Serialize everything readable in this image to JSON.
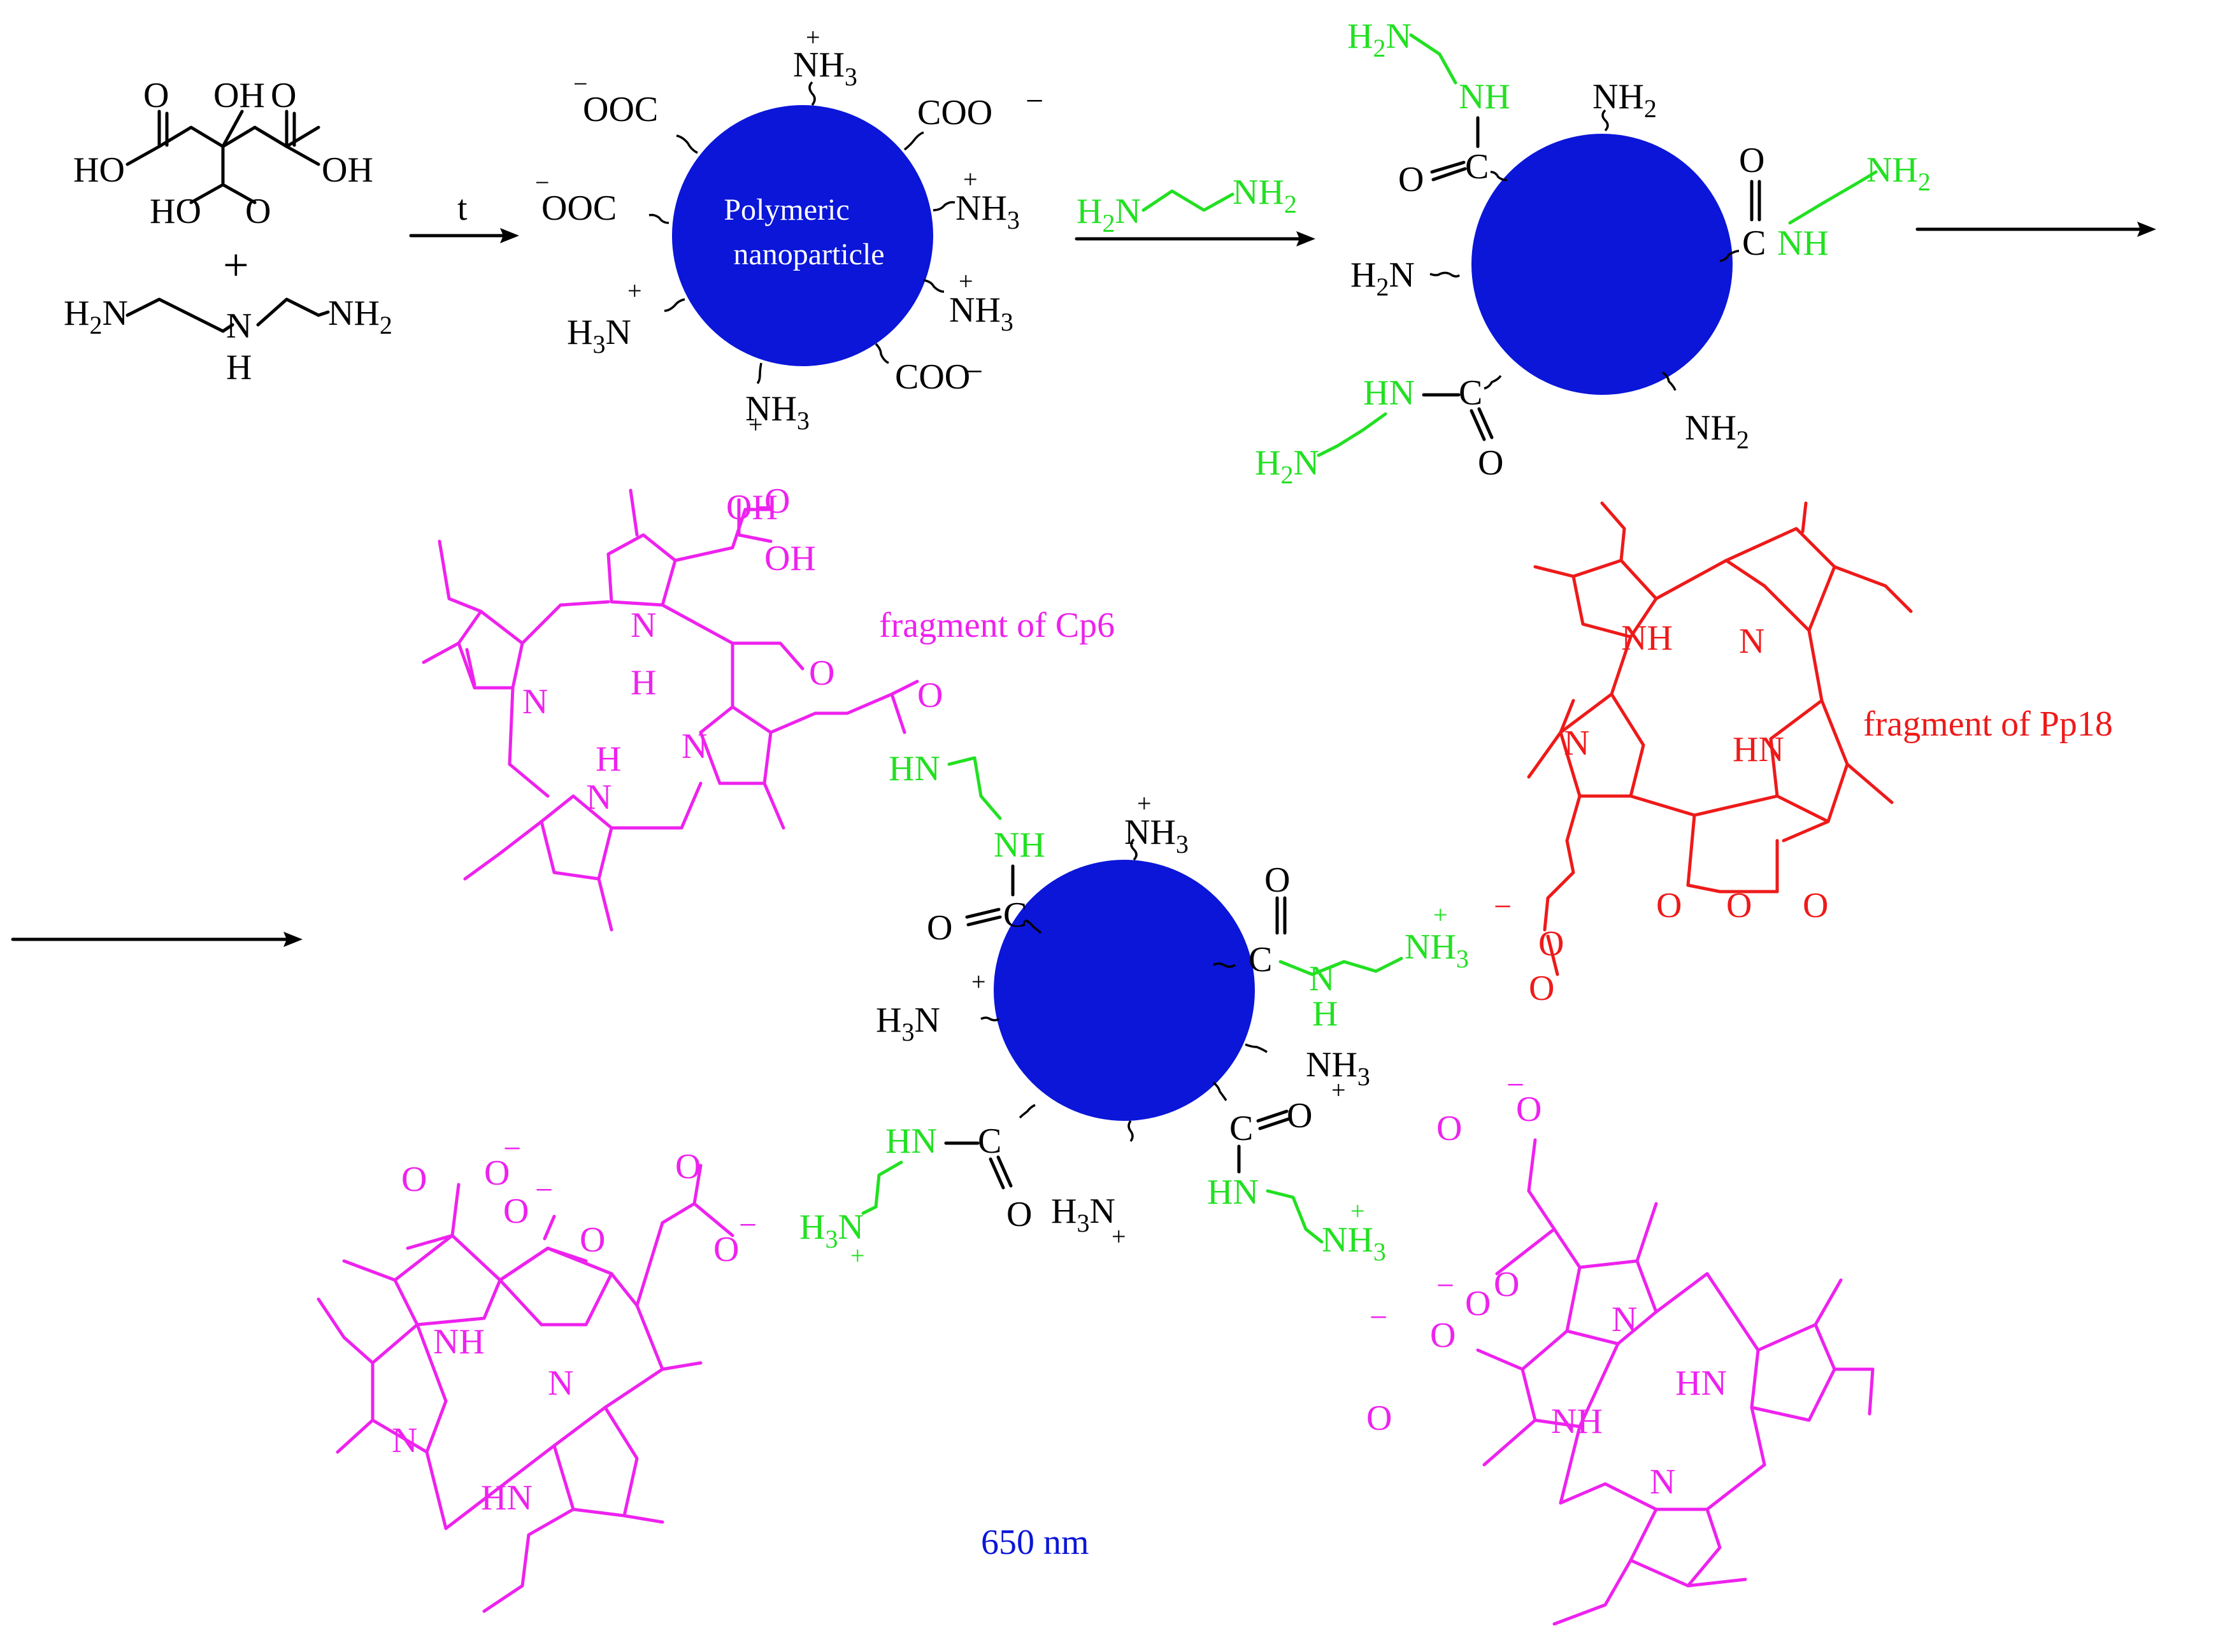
{
  "colors": {
    "particle": "#0b16d8",
    "linker": "#22e022",
    "cp6": "#ee22ee",
    "pp18": "#ee1a1a",
    "text": "#000000"
  },
  "labels": {
    "particle_line1": "Polymeric",
    "particle_line2": "nanoparticle",
    "arrow1": "t",
    "plus": "+",
    "cp6_label": "fragment of Cp6",
    "pp18_label": "fragment of Pp18",
    "wavelength": "650 nm"
  },
  "chem": {
    "OH": "OH",
    "HO": "HO",
    "O": "O",
    "C": "C",
    "N": "N",
    "H": "H",
    "NH": "NH",
    "HN": "HN",
    "NH2": "NH",
    "H2": "H",
    "H3": "H",
    "NH3": "NH",
    "COO": "COO",
    "OOC": "OOC",
    "sub2": "2",
    "sub3": "3",
    "plus_sign": "+",
    "minus_sign": "−"
  }
}
